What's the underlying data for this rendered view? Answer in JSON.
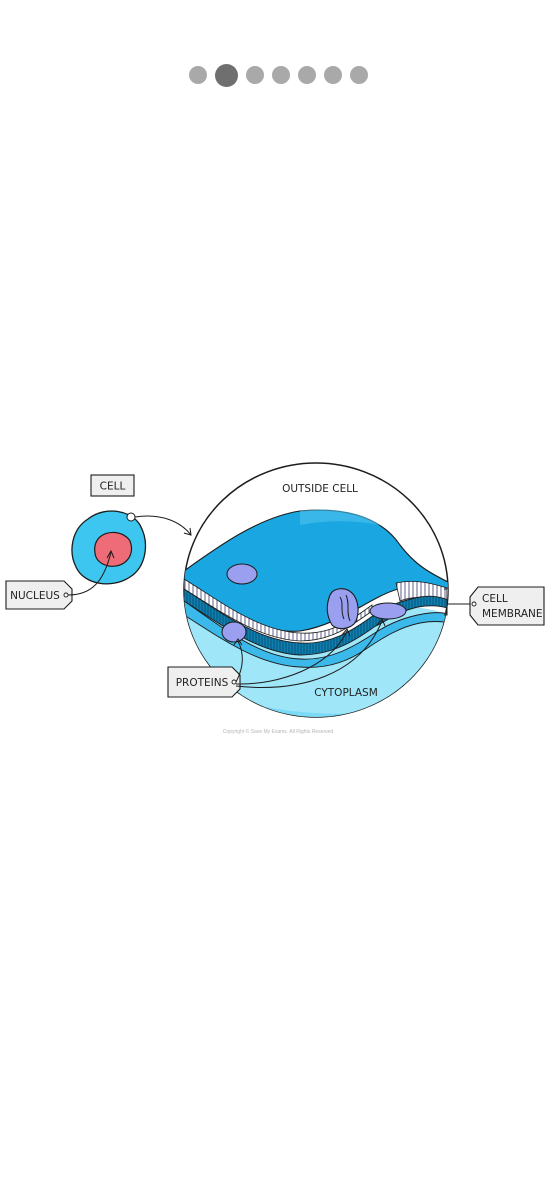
{
  "pager": {
    "count": 7,
    "active_index": 1
  },
  "diagram": {
    "labels": {
      "cell": "CELL",
      "nucleus": "NUCLEUS",
      "outside_cell": "OUTSIDE  CELL",
      "cell_membrane_line1": "CELL",
      "cell_membrane_line2": "MEMBRANE",
      "proteins": "PROTEINS",
      "cytoplasm": "CYTOPLASM"
    },
    "copyright": "Copyright © Save My Exams. All Rights Reserved",
    "colors": {
      "cell_blue": "#3cc6f0",
      "nucleus_red": "#ee6b78",
      "membrane_blue": "#1aa6e0",
      "membrane_dark": "#0b6e9e",
      "cytoplasm": "#9ee6f8",
      "protein": "#9a9ff0"
    }
  }
}
